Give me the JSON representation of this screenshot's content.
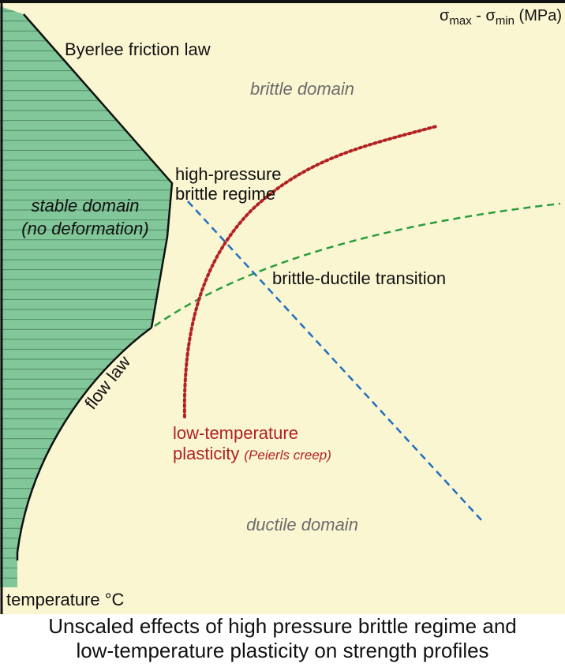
{
  "colors": {
    "background": "#fbf6d2",
    "stable_fill": "#82c79a",
    "stable_line": "#4f8a63",
    "peierls": "#b22222",
    "brittle_ductile": "#2a9d3c",
    "high_pressure": "#1f6fc0"
  },
  "axes": {
    "y_label_prefix": "σ",
    "y_label_max": "max",
    "y_label_mid": " - σ",
    "y_label_min": "min",
    "y_label_unit": " (MPa)",
    "x_label": "temperature °C"
  },
  "labels": {
    "byerlee": "Byerlee friction law",
    "brittle_domain": "brittle domain",
    "high_pressure_1": "high-pressure",
    "high_pressure_2": "brittle regime",
    "stable_1": "stable domain",
    "stable_2": "(no deformation)",
    "brittle_ductile": "brittle-ductile transition",
    "flow_law": "flow law",
    "ltp_1": "low-temperature",
    "ltp_2": "plasticity",
    "ltp_paren": "(Peierls creep)",
    "ductile_domain": "ductile domain"
  },
  "caption": {
    "line1": "Unscaled effects of high pressure brittle regime and",
    "line2": "low-temperature plasticity on strength profiles"
  }
}
